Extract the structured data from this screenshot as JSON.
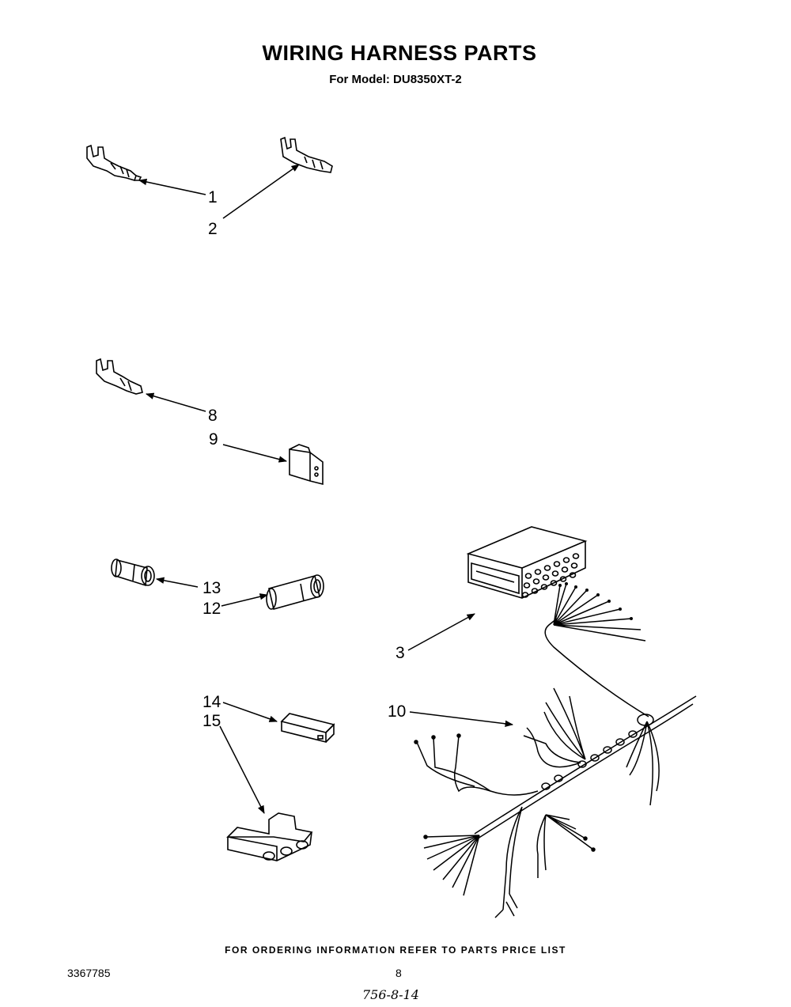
{
  "header": {
    "title": "WIRING HARNESS PARTS",
    "subtitle": "For Model: DU8350XT-2"
  },
  "callouts": {
    "c1": "1",
    "c2": "2",
    "c3": "3",
    "c8": "8",
    "c9": "9",
    "c10": "10",
    "c12": "12",
    "c13": "13",
    "c14": "14",
    "c15": "15"
  },
  "footer": {
    "note": "FOR ORDERING INFORMATION REFER TO PARTS PRICE LIST",
    "doc_number": "3367785",
    "page_number": "8",
    "handwritten": "756-8-14"
  }
}
